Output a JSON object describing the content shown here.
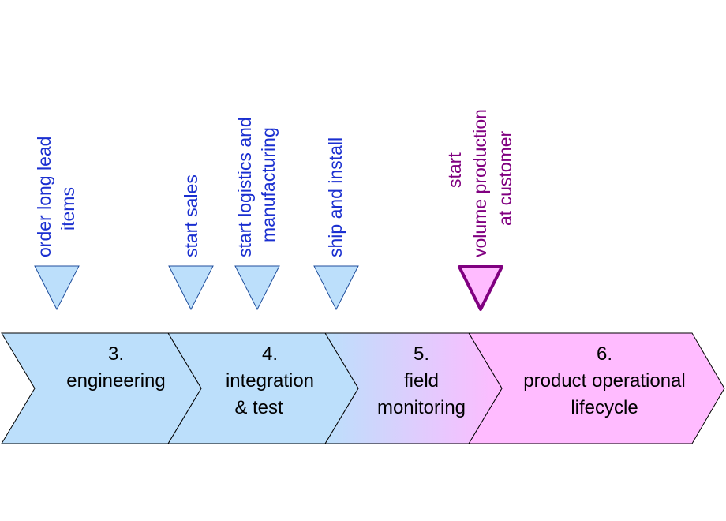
{
  "colors": {
    "phase_blue": "#bcdffb",
    "phase_pink": "#ffbbff",
    "milestone_blue_fill": "#bcdffb",
    "milestone_blue_stroke": "#1f4e9c",
    "milestone_blue_text": "#1a2fd0",
    "milestone_purple_stroke": "#800080",
    "milestone_purple_fill": "#ffbbff",
    "milestone_purple_text": "#800080",
    "outline": "#000000"
  },
  "milestones": [
    {
      "lines": [
        "order long lead",
        "items"
      ],
      "style": "blue"
    },
    {
      "lines": [
        "start sales"
      ],
      "style": "blue"
    },
    {
      "lines": [
        "start logistics and",
        "manufacturing"
      ],
      "style": "blue"
    },
    {
      "lines": [
        "ship and install"
      ],
      "style": "blue"
    },
    {
      "lines": [
        "start",
        "volume production",
        "at customer"
      ],
      "style": "purple"
    }
  ],
  "phases": [
    {
      "number": "3.",
      "lines": [
        "engineering"
      ]
    },
    {
      "number": "4.",
      "lines": [
        "integration",
        "& test"
      ]
    },
    {
      "number": "5.",
      "lines": [
        "field",
        "monitoring"
      ]
    },
    {
      "number": "6.",
      "lines": [
        "product operational",
        "lifecycle"
      ]
    }
  ]
}
